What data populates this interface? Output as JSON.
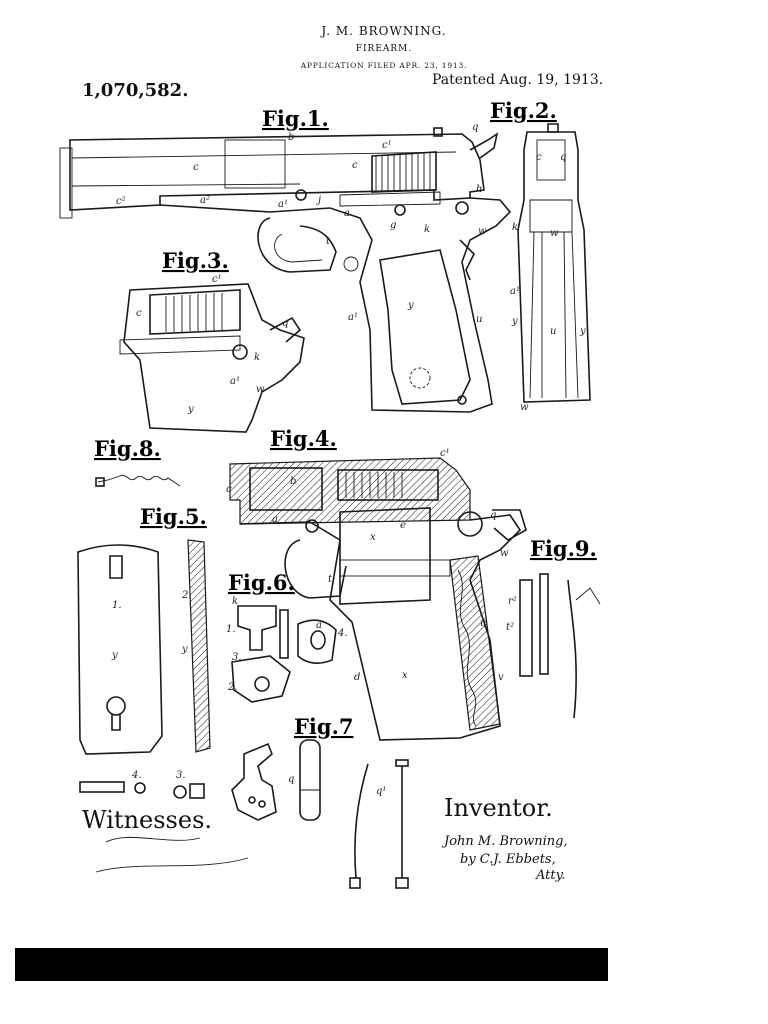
{
  "header": {
    "inventor": "J. M. BROWNING.",
    "title": "FIREARM.",
    "application": "APPLICATION FILED APR. 23, 1913.",
    "patent_number": "1,070,582.",
    "patented": "Patented Aug. 19, 1913."
  },
  "figures": {
    "fig1": "Fig.1.",
    "fig2": "Fig.2.",
    "fig3": "Fig.3.",
    "fig4": "Fig.4.",
    "fig5": "Fig.5.",
    "fig6": "Fig.6.",
    "fig7": "Fig.7",
    "fig8": "Fig.8.",
    "fig9": "Fig.9."
  },
  "signatures": {
    "witnesses_label": "Witnesses.",
    "inventor_label": "Inventor.",
    "inventor_signature": "John M. Browning,",
    "attorney_line": "by C.J. Ebbets,",
    "attorney_title": "Atty."
  },
  "reference_letters": {
    "fig1": [
      "b",
      "c",
      "c",
      "c1",
      "c2",
      "a2",
      "a1",
      "j",
      "a",
      "g",
      "t",
      "y",
      "a1",
      "u",
      "w",
      "q",
      "k",
      "h"
    ],
    "fig2": [
      "c",
      "q",
      "k",
      "w",
      "a1",
      "y",
      "u",
      "y",
      "w"
    ],
    "fig3": [
      "c1",
      "c",
      "q",
      "k",
      "a1",
      "w",
      "y"
    ],
    "fig4": [
      "c1",
      "b",
      "c",
      "a",
      "x",
      "e",
      "q",
      "t",
      "d",
      "x",
      "u",
      "v",
      "w"
    ],
    "fig5": [
      "1.",
      "y",
      "2.",
      "y",
      "4.",
      "3."
    ],
    "fig6": [
      "k",
      "1.",
      "a",
      "4.",
      "3.",
      "2."
    ],
    "fig7": [
      "q",
      "q1"
    ],
    "fig9": [
      "r2",
      "t2"
    ]
  },
  "colors": {
    "ink": "#1a1a1a",
    "paper": "#ffffff",
    "bar": "#000000"
  }
}
